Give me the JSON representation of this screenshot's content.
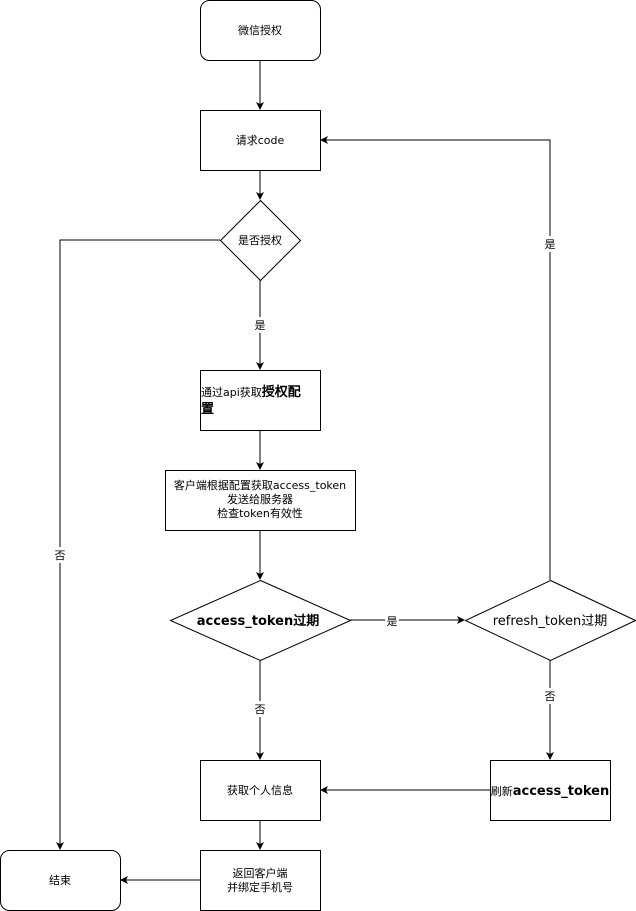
{
  "nodes": {
    "wechat_auth": "微信授权",
    "request_code": "请求code",
    "is_authorized": "是否授权",
    "get_config_prefix": "通过api获取",
    "get_config_bold_1": "授权配",
    "get_config_bold_2": "置",
    "client_line1": "客户端根据配置获取access_token",
    "client_line2": "发送给服务器",
    "client_line3": "检查token有效性",
    "access_expired": "access_token过期",
    "refresh_expired": "refresh_token过期",
    "get_user_info": "获取个人信息",
    "refresh_prefix": "刷新",
    "refresh_bold": "access_token",
    "return_line1": "返回客户端",
    "return_line2": "并绑定手机号",
    "end": "结束"
  },
  "edge_labels": {
    "authorized_yes": "是",
    "authorized_no": "否",
    "access_yes": "是",
    "access_no": "否",
    "refresh_yes": "是",
    "refresh_no": "否"
  }
}
